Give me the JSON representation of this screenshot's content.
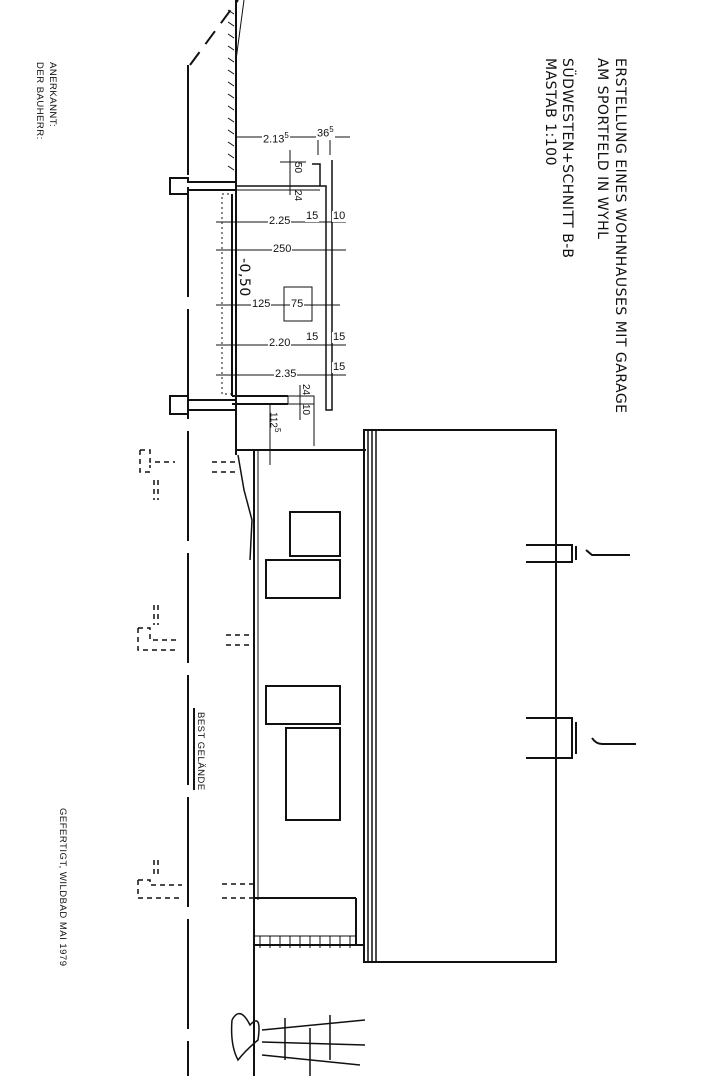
{
  "drawing": {
    "title_line1": "ERSTELLUNG EINES WOHNHAUSES MIT GARAGE",
    "title_line2": "AM SPORTFELD IN WYHL",
    "view": "SÜDWESTEN+SCHNITT B-B",
    "scale": "MASTAB 1:100",
    "approval_line1": "ANERKANNT:",
    "approval_line2": "DER BAUHERR:",
    "made_by": "GEFERTIGT, WILDBAD MAI 1979",
    "terrain_label": "BEST GELÄNDE",
    "level_label": "-0,50"
  },
  "dimensions": {
    "d_213": "2.13",
    "d_213_sup": "5",
    "d_36": "36",
    "d_36_sup": "5",
    "d_50": "50",
    "d_24a": "24",
    "d_225": "2.25",
    "d_15a": "15",
    "d_10a": "10",
    "d_250": "250",
    "d_125": "125",
    "d_75": "75",
    "d_220": "2.20",
    "d_15b": "15",
    "d_15c": "15",
    "d_235": "2.35",
    "d_15d": "15",
    "d_24b": "24",
    "d_10b": "10",
    "d_112": "112",
    "d_112_sup": "5"
  },
  "colors": {
    "ink": "#111111",
    "paper": "#ffffff"
  }
}
